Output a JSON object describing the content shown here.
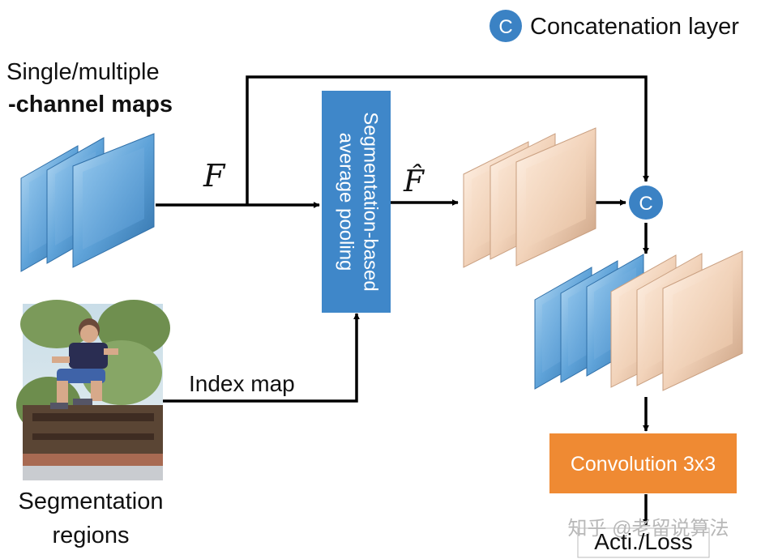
{
  "legend": {
    "marker": "C",
    "label": "Concatenation layer"
  },
  "input_maps": {
    "label_line1": "Single/multiple",
    "label_line2": "-channel maps"
  },
  "feature_symbol": "F",
  "pooled_symbol": "F̂",
  "pooling_block": {
    "line1": "Segmentation-based",
    "line2": "average pooling"
  },
  "concat_marker": "C",
  "index_map_label": "Index map",
  "segmentation": {
    "label_line1": "Segmentation",
    "label_line2": "regions"
  },
  "conv_block": {
    "label": "Convolution 3x3"
  },
  "output_label": "Acti./Loss",
  "watermark": "知乎 @老留说算法",
  "colors": {
    "blue_map": "#5fa3d9",
    "peach_map": "#f2d3ba",
    "pool_block": "#3f87c9",
    "conv_block": "#ef8a33",
    "concat_circle": "#3b82c4"
  }
}
